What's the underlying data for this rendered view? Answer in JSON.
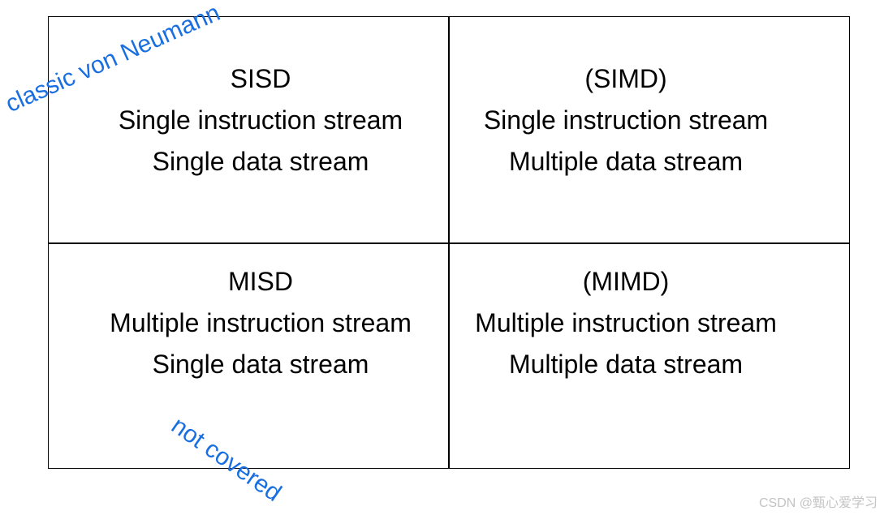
{
  "quadrants": {
    "sisd": {
      "title": "SISD",
      "line1": "Single instruction stream",
      "line2": "Single data stream"
    },
    "simd": {
      "title": "(SIMD)",
      "line1": "Single instruction stream",
      "line2": "Multiple data stream"
    },
    "misd": {
      "title": "MISD",
      "line1": "Multiple instruction stream",
      "line2": "Single data stream"
    },
    "mimd": {
      "title": "(MIMD)",
      "line1": "Multiple instruction stream",
      "line2": "Multiple data stream"
    }
  },
  "annotations": {
    "von_neumann": "classic von Neumann",
    "not_covered": "not covered"
  },
  "watermark": "CSDN @甄心爱学习",
  "colors": {
    "annotation": "#1a6fe0",
    "grid": "#000000",
    "watermark": "#c4c4c4"
  }
}
